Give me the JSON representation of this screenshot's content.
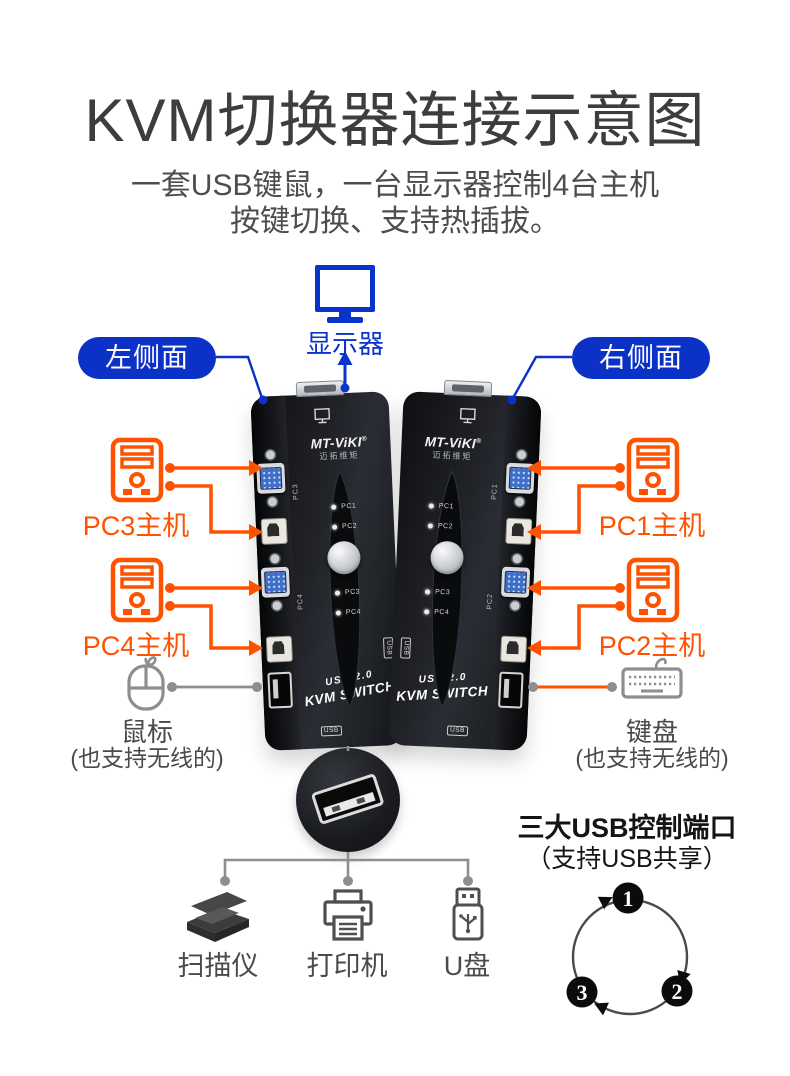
{
  "header": {
    "title": "KVM切换器连接示意图",
    "subtitle1": "一套USB键鼠，一台显示器控制4台主机",
    "subtitle2": "按键切换、支持热插拔。"
  },
  "monitor_label": "显示器",
  "callouts": {
    "left": "左侧面",
    "right": "右侧面"
  },
  "device": {
    "brand": "MT-ViKI",
    "reg": "®",
    "brand_sub": "迈拓维矩",
    "usb20": "USB 2.0",
    "kvm": "KVM SWITCH",
    "usb_tag": "USB",
    "leds": [
      "PC1",
      "PC2",
      "PC3",
      "PC4"
    ],
    "left_ports": [
      "PC3",
      "PC4"
    ],
    "right_ports": [
      "PC1",
      "PC2"
    ]
  },
  "pcs": [
    {
      "label": "PC3主机"
    },
    {
      "label": "PC4主机"
    },
    {
      "label": "PC1主机"
    },
    {
      "label": "PC2主机"
    }
  ],
  "mouse": {
    "label": "鼠标",
    "note": "(也支持无线的)"
  },
  "keyboard": {
    "label": "键盘",
    "note": "(也支持无线的)"
  },
  "usb_chain": {
    "devices": [
      "扫描仪",
      "打印机",
      "U盘"
    ]
  },
  "usb_share": {
    "title": "三大USB控制端口",
    "subtitle": "（支持USB共享）",
    "steps": [
      "1",
      "2",
      "3"
    ]
  },
  "icons": {
    "monitor": "monitor-icon",
    "pc_tower": "pc-tower-icon",
    "mouse": "mouse-icon",
    "keyboard": "keyboard-icon",
    "scanner": "scanner-icon",
    "printer": "printer-icon",
    "usb_drive": "usb-drive-icon",
    "usb_port": "usb-port-zoom-icon"
  },
  "colors": {
    "accent_blue": "#0a33cc",
    "accent_orange": "#ff5200",
    "line_gray": "#8e8e8e",
    "device_black": "#17191d"
  }
}
